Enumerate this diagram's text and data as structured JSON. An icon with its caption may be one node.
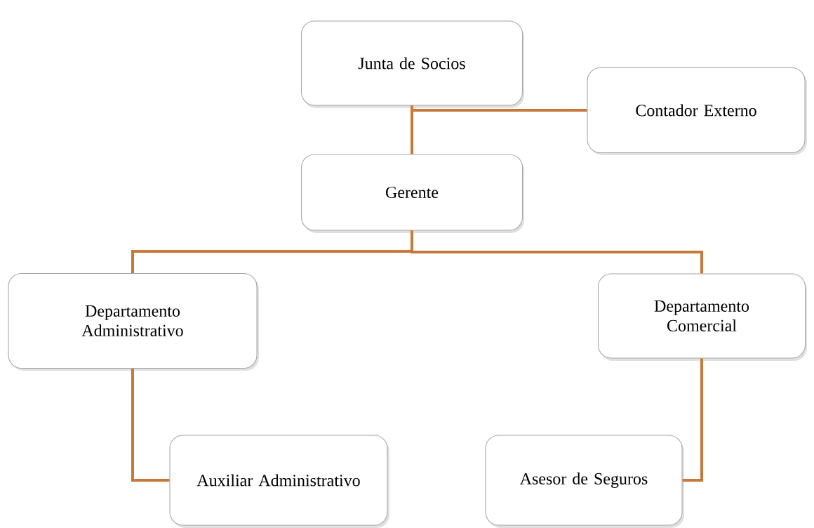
{
  "diagram": {
    "nodes": [
      {
        "text": [
          "Junta de Socios"
        ]
      },
      {
        "text": [
          "Contador Externo"
        ]
      },
      {
        "text": [
          "Gerente"
        ]
      },
      {
        "text": [
          "Departamento Administrativo"
        ]
      },
      {
        "text": [
          "Departamento Comercial"
        ]
      },
      {
        "text": [
          "Auxiliar Administrativo"
        ]
      },
      {
        "text": [
          "Asesor de Seguros"
        ]
      }
    ],
    "edges": [
      {
        "from": 0,
        "to": 1,
        "arrow": "none"
      },
      {
        "from": 0,
        "to": 2,
        "arrow": "none"
      },
      {
        "from": 2,
        "to": 3,
        "arrow": "none"
      },
      {
        "from": 2,
        "to": 4,
        "arrow": "none"
      },
      {
        "from": 3,
        "to": 5,
        "arrow": "none"
      },
      {
        "from": 4,
        "to": 6,
        "arrow": "none"
      }
    ]
  }
}
